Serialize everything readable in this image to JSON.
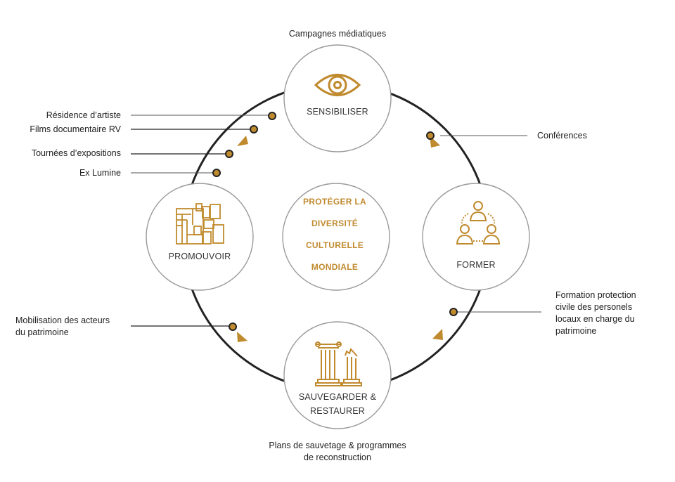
{
  "center": {
    "lines": [
      "PROTÉGER LA",
      "DIVERSITÉ",
      "CULTURELLE",
      "MONDIALE"
    ]
  },
  "nodes": {
    "top": {
      "label": "SENSIBILISER",
      "icon": "eye-icon"
    },
    "right": {
      "label": "FORMER",
      "icon": "people-network-icon"
    },
    "bottom": {
      "label_line1": "SAUVEGARDER &",
      "label_line2": "RESTAURER",
      "icon": "columns-icon"
    },
    "left": {
      "label": "PROMOUVOIR",
      "icon": "map-blocks-icon"
    }
  },
  "annotations": {
    "top": "Campagnes médiatiques",
    "residence": "Résidence d’artiste",
    "films": "Films documentaire RV",
    "tournees": "Tournées d’expositions",
    "exlumine": "Ex Lumine",
    "conferences": "Conférences",
    "formation": [
      "Formation protection",
      "civile des personels",
      "locaux en charge du",
      "patrimoine"
    ],
    "mobilisation": [
      "Mobilisation des acteurs",
      "du patrimoine"
    ],
    "plans": [
      "Plans de sauvetage  & programmes",
      "de reconstruction"
    ]
  },
  "colors": {
    "accent": "#c08a2e",
    "ring": "#222222",
    "circle_border": "#9a9a9a"
  }
}
